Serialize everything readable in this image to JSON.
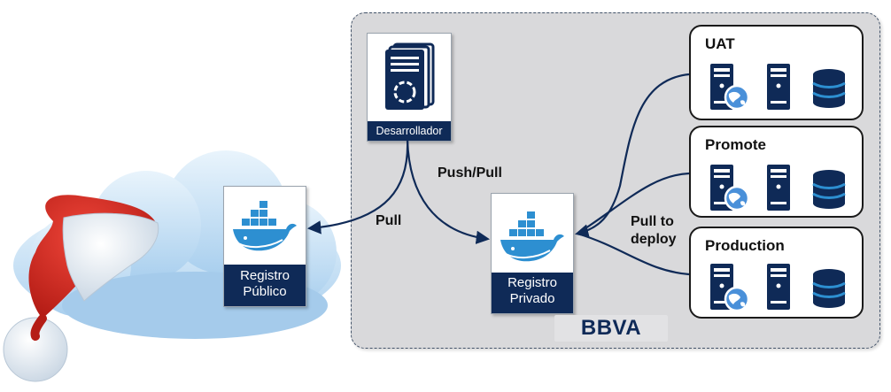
{
  "developer": {
    "label": "Desarrollador"
  },
  "public_registry": {
    "line1": "Registro",
    "line2": "Público"
  },
  "private_registry": {
    "line1": "Registro",
    "line2": "Privado"
  },
  "environments": [
    {
      "title": "UAT"
    },
    {
      "title": "Promote"
    },
    {
      "title": "Production"
    }
  ],
  "arrows": {
    "push_pull": "Push/Pull",
    "pull": "Pull",
    "pull_to_deploy": "Pull to deploy"
  },
  "brand": {
    "text": "BBVA"
  },
  "colors": {
    "navy": "#0f2a57",
    "docker_blue": "#2d8fd1",
    "hat_red": "#d8352a",
    "cloud_blue": "#b9daf3"
  },
  "icons": [
    "santa-hat-icon",
    "cloud-icon",
    "docker-whale-icon",
    "document-stack-icon",
    "server-icon",
    "globe-icon",
    "database-icon"
  ]
}
